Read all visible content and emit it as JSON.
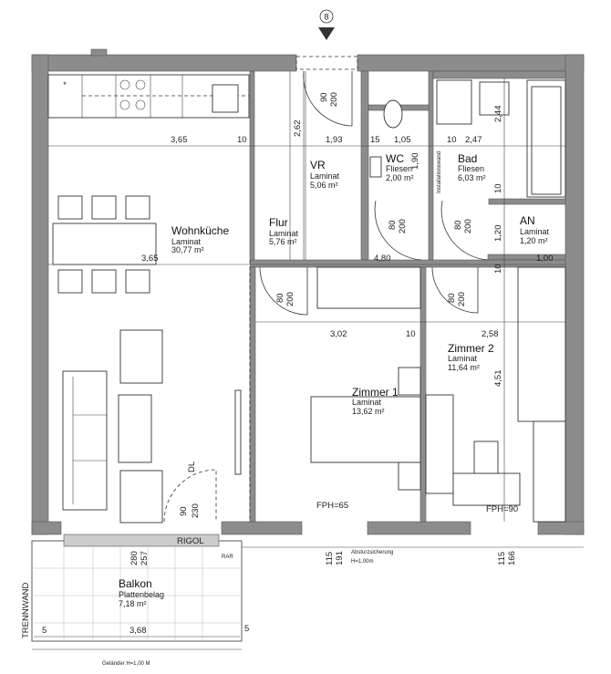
{
  "section_marker": "8",
  "rooms": {
    "wohnkueche": {
      "name": "Wohnküche",
      "floor": "Laminat",
      "area": "30,77 m²"
    },
    "vr": {
      "name": "VR",
      "floor": "Laminat",
      "area": "5,06 m²"
    },
    "wc": {
      "name": "WC",
      "floor": "Fliesen",
      "area": "2,00 m²"
    },
    "bad": {
      "name": "Bad",
      "floor": "Fliesen",
      "area": "6,03 m²"
    },
    "flur": {
      "name": "Flur",
      "floor": "Laminat",
      "area": "5,76 m²"
    },
    "an": {
      "name": "AN",
      "floor": "Laminat",
      "area": "1,20 m²"
    },
    "zimmer1": {
      "name": "Zimmer 1",
      "floor": "Laminat",
      "area": "13,62 m²"
    },
    "zimmer2": {
      "name": "Zimmer 2",
      "floor": "Laminat",
      "area": "11,64 m²"
    },
    "balkon": {
      "name": "Balkon",
      "floor": "Plattenbelag",
      "area": "7,18 m²"
    }
  },
  "dimensions": {
    "top_row": [
      "3,65",
      "10",
      "1,93",
      "15",
      "1,05",
      "10",
      "2,47"
    ],
    "mid_row": [
      "3,65",
      "4,80",
      "1,00"
    ],
    "bedroom_row": [
      "3,02",
      "10",
      "2,58"
    ],
    "balcony_row": [
      "5",
      "3,68",
      "5"
    ],
    "vertical": {
      "vr": "2,62",
      "wc": "1,90",
      "bad": "2,44",
      "bad_wall": "10",
      "an": "1,20",
      "an_wall": "10",
      "zimmer2": "4,51"
    }
  },
  "doors": {
    "entry": {
      "width": "90",
      "height": "200"
    },
    "wc": {
      "width": "80",
      "height": "200"
    },
    "bad": {
      "width": "80",
      "height": "200"
    },
    "zimmer1": {
      "width": "80",
      "height": "200"
    },
    "zimmer2": {
      "width": "80",
      "height": "200"
    },
    "balkon": {
      "width": "90",
      "height": "230",
      "type": "DL"
    }
  },
  "windows": {
    "zimmer1": {
      "fph": "FPH=65",
      "sill": "115",
      "height": "191"
    },
    "zimmer2": {
      "fph": "FPH=90",
      "sill": "115",
      "height": "166"
    },
    "wohnkueche": {
      "sill": "280",
      "height": "257"
    }
  },
  "annotations": {
    "installationswand": "Installationswand",
    "rigol": "RIGOL",
    "rar": "RAR",
    "absturz": "Absturzsicherung",
    "absturz_h": "H=1,00m",
    "trennwand": "TRENNWAND",
    "gelaender": "Geländer H=1,00 M"
  }
}
